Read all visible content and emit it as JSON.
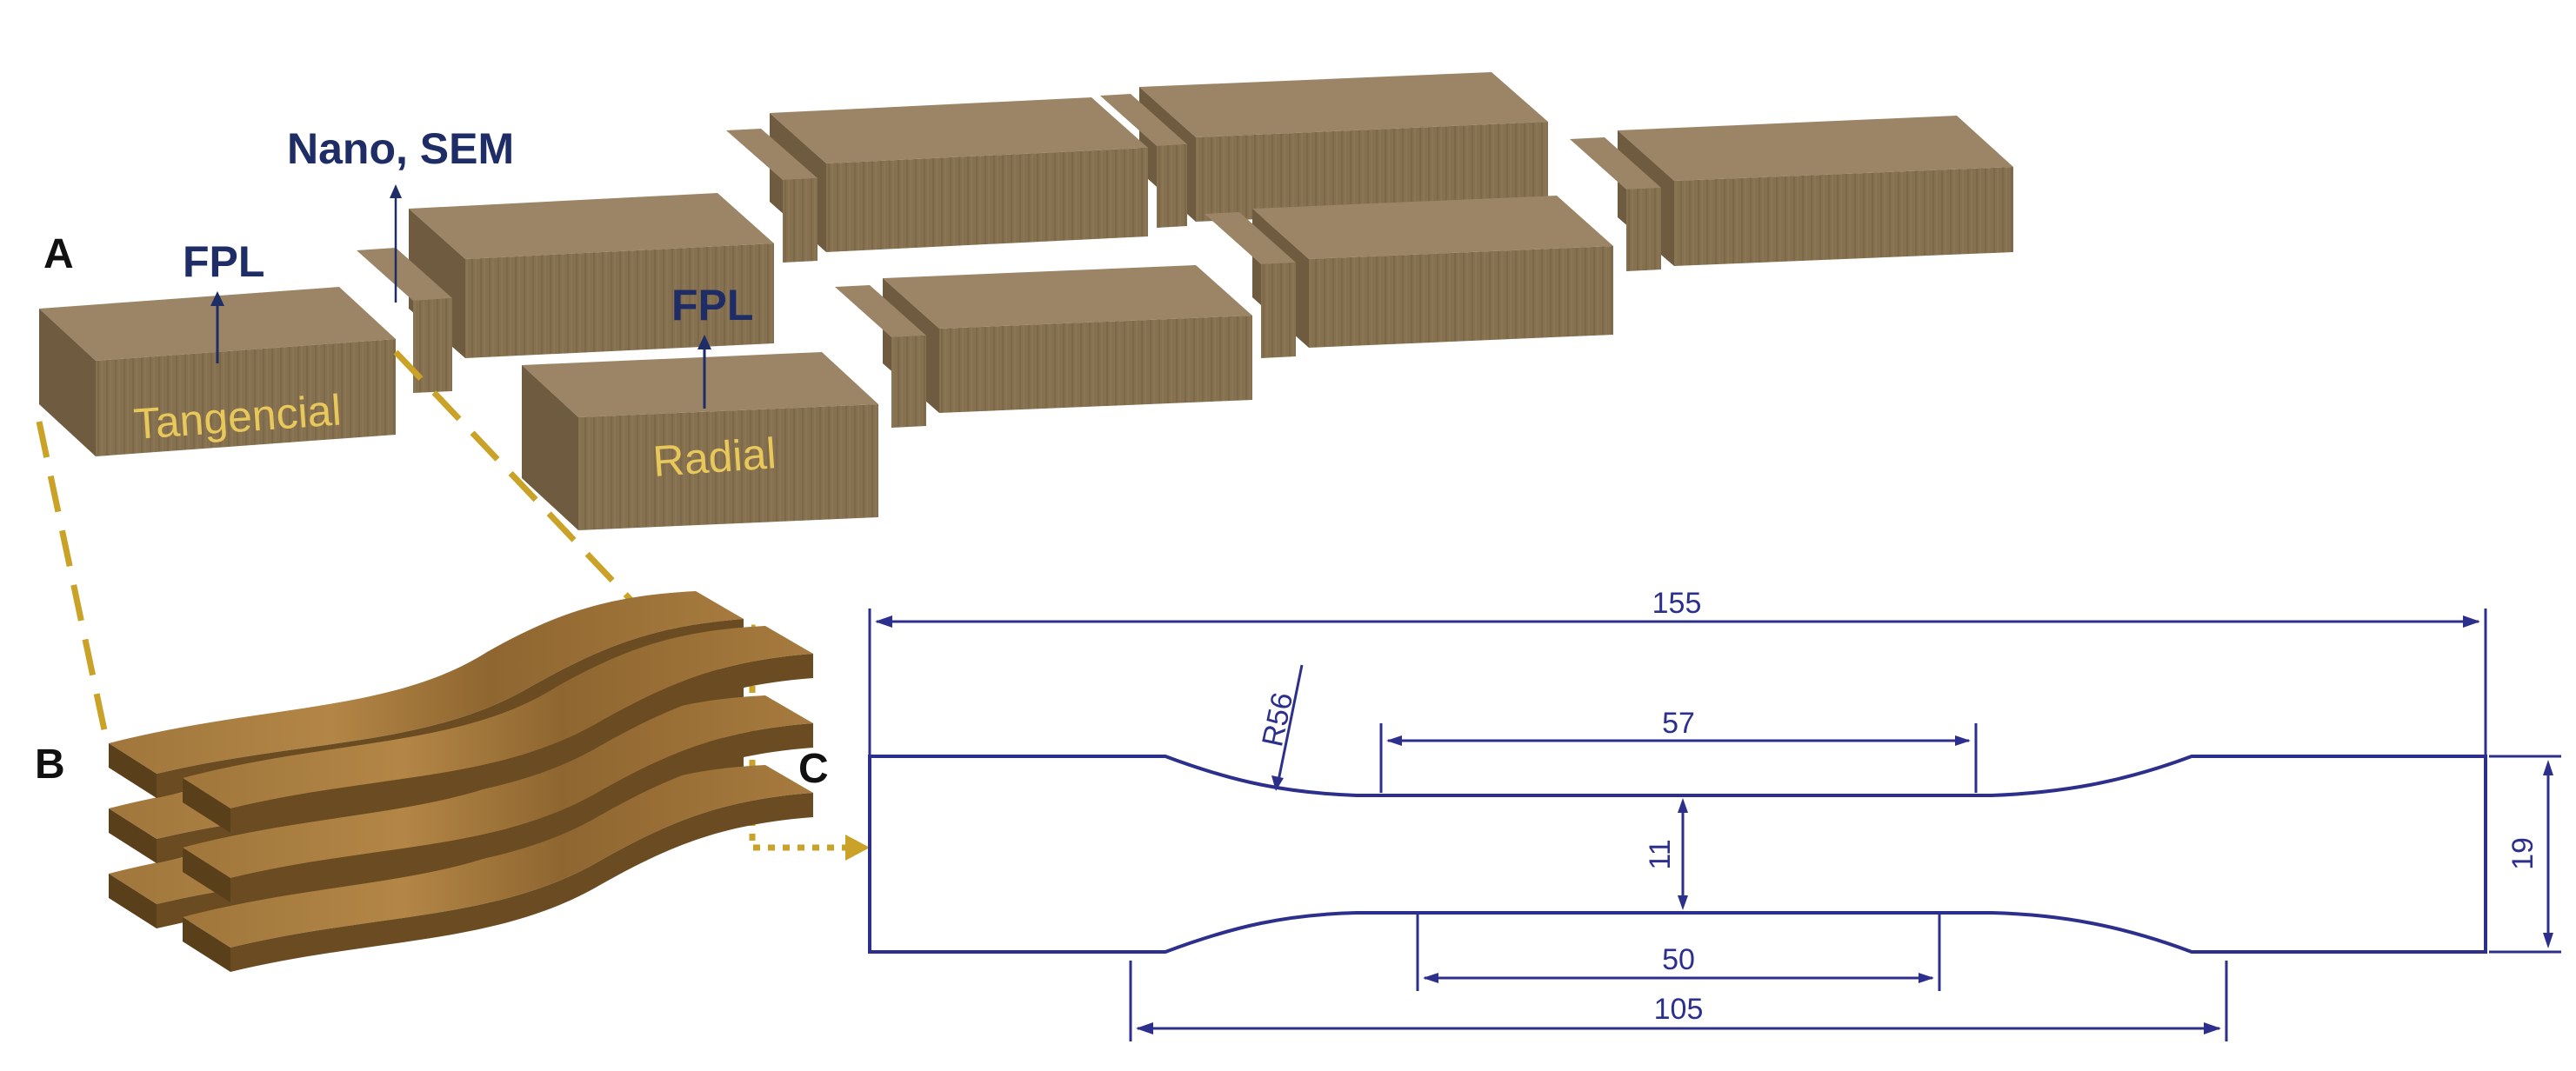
{
  "panels": {
    "a": "A",
    "b": "B",
    "c": "C"
  },
  "labels": {
    "nano_sem": "Nano, SEM",
    "fpl_1": "FPL",
    "fpl_2": "FPL",
    "tangencial": "Tangencial",
    "radial": "Radial"
  },
  "dimensions": {
    "overall_length": "155",
    "gauge_width": "57",
    "fillet_radius": "R56",
    "narrow_width": "11",
    "grip_width": "19",
    "parallel_length": "50",
    "distance_between_grips": "105"
  },
  "colors": {
    "wood_front": "#85704f",
    "wood_top": "#9c8566",
    "wood_side": "#6f5c40",
    "wood_grain": "#7a6647",
    "navy": "#1f2d66",
    "gold": "#c9a227",
    "outline": "#2d2f8c",
    "label_gold": "#e8c85a"
  }
}
